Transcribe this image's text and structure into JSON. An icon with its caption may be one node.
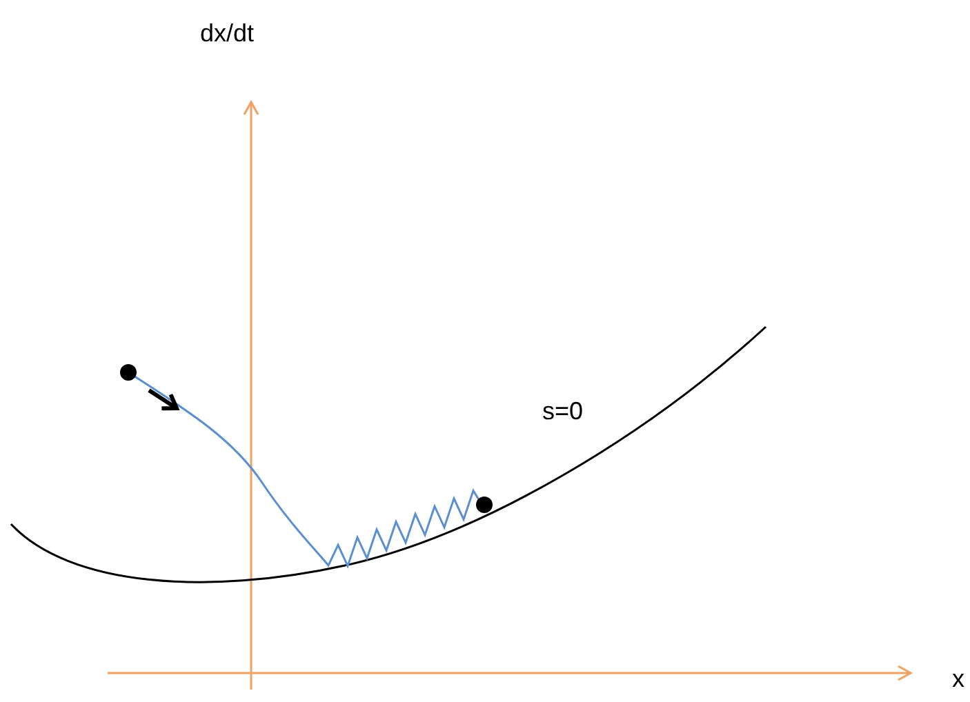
{
  "diagram": {
    "labels": [
      "dx/dt",
      "s=0",
      "x"
    ]
  }
}
